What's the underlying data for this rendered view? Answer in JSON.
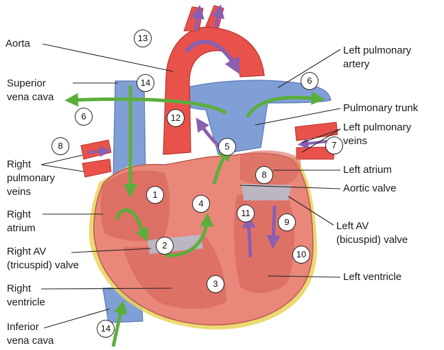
{
  "labels": {
    "aorta": "Aorta",
    "superior_vena_cava": [
      "Superior",
      "vena cava"
    ],
    "right_pulmonary_veins": [
      "Right",
      "pulmonary",
      "veins"
    ],
    "right_atrium": [
      "Right",
      "atrium"
    ],
    "right_av_valve": [
      "Right AV",
      "(tricuspid) valve"
    ],
    "right_ventricle": [
      "Right",
      "ventricle"
    ],
    "inferior_vena_cava": [
      "Inferior",
      "vena cava"
    ],
    "left_pulmonary_artery": [
      "Left pulmonary",
      "artery"
    ],
    "pulmonary_trunk": "Pulmonary trunk",
    "left_pulmonary_veins": [
      "Left pulmonary",
      "veins"
    ],
    "left_atrium": "Left atrium",
    "aortic_valve": "Aortic valve",
    "left_av_valve": [
      "Left AV",
      "(bicuspid) valve"
    ],
    "left_ventricle": "Left ventricle"
  },
  "markers": [
    "1",
    "2",
    "3",
    "4",
    "5",
    "6",
    "6",
    "7",
    "8",
    "8",
    "9",
    "10",
    "11",
    "12",
    "13",
    "14",
    "14"
  ],
  "colors": {
    "oxygen_poor": "#7f9fd6",
    "oxygen_rich": "#e8524a",
    "muscle": "#e9877a",
    "fat": "#e9d25a",
    "flow_arrow": "#5cae3c",
    "internal_arrow": "#8a5fb0"
  }
}
